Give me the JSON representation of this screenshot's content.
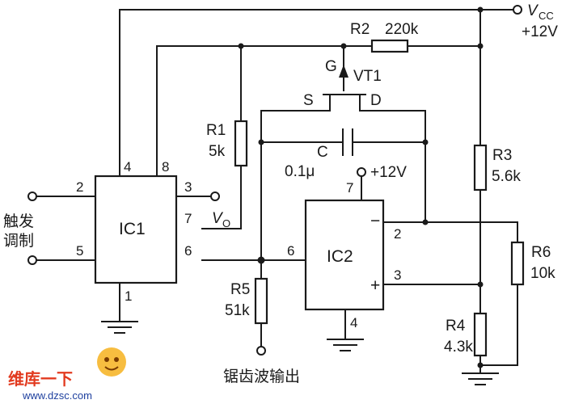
{
  "supply": {
    "vcc": "V",
    "vcc_sub": "CC",
    "voltage": "+12V"
  },
  "ic1": {
    "name": "IC1",
    "pins": {
      "p1": "1",
      "p2": "2",
      "p3": "3",
      "p4": "4",
      "p5": "5",
      "p6": "6",
      "p7": "7",
      "p8": "8"
    }
  },
  "ic2": {
    "name": "IC2",
    "pins": {
      "p2": "2",
      "p3": "3",
      "p4": "4",
      "p6": "6",
      "p7": "7"
    },
    "minus": "−",
    "plus": "+",
    "supply": "+12V"
  },
  "vt1": {
    "name": "VT1",
    "gate": "G",
    "source": "S",
    "drain": "D"
  },
  "resistors": {
    "r1": {
      "name": "R1",
      "value": "5k"
    },
    "r2": {
      "name": "R2",
      "value": "220k"
    },
    "r3": {
      "name": "R3",
      "value": "5.6k"
    },
    "r4": {
      "name": "R4",
      "value": "4.3k"
    },
    "r5": {
      "name": "R5",
      "value": "51k"
    },
    "r6": {
      "name": "R6",
      "value": "10k"
    }
  },
  "capacitor": {
    "name": "C",
    "value": "0.1μ"
  },
  "labels": {
    "trigger_line1": "触发",
    "trigger_line2": "调制",
    "vo": "V",
    "vo_sub": "O",
    "sawtooth_out": "锯齿波输出"
  },
  "watermark": {
    "brand": "维库一下",
    "site": "www.dzsc.com"
  }
}
